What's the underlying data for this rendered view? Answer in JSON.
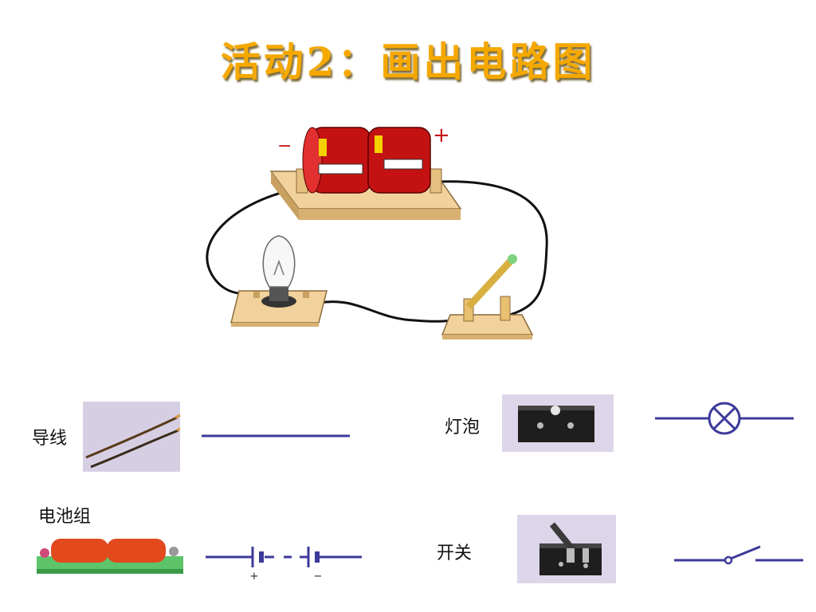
{
  "title": "活动2：画出电路图",
  "battery_marks": {
    "minus": "−",
    "plus": "+"
  },
  "components": {
    "wire": {
      "label": "导线"
    },
    "bulb": {
      "label": "灯泡"
    },
    "battery": {
      "label": "电池组",
      "plus": "+",
      "minus": "−"
    },
    "switch": {
      "label": "开关"
    }
  },
  "colors": {
    "title": "#f5a800",
    "symbol": "#3c3a9a",
    "wood": "#f0cf9a",
    "battery_red": "#c41212"
  }
}
